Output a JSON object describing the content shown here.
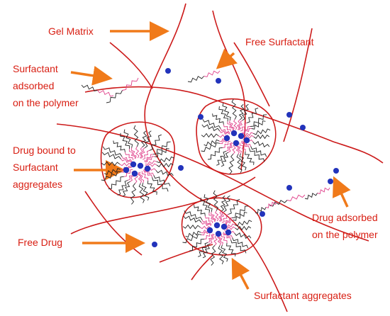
{
  "labels": {
    "gel_matrix": "Gel Matrix",
    "free_surfactant": "Free Surfactant",
    "surfactant_adsorbed_l1": "Surfactant",
    "surfactant_adsorbed_l2": "adsorbed",
    "surfactant_adsorbed_l3": "on the polymer",
    "drug_bound_l1": "Drug bound to",
    "drug_bound_l2": "Surfactant",
    "drug_bound_l3": "aggregates",
    "free_drug": "Free Drug",
    "drug_adsorbed_l1": "Drug adsorbed",
    "drug_adsorbed_l2": "on the polymer",
    "surfactant_aggregates": "Surfactant aggregates"
  },
  "colors": {
    "label_text": "#d81e12",
    "gel_fiber": "#cc1a1a",
    "arrow": "#f07a1a",
    "drug": "#2233bb",
    "tail": "#222222",
    "head": "#e0408a"
  }
}
